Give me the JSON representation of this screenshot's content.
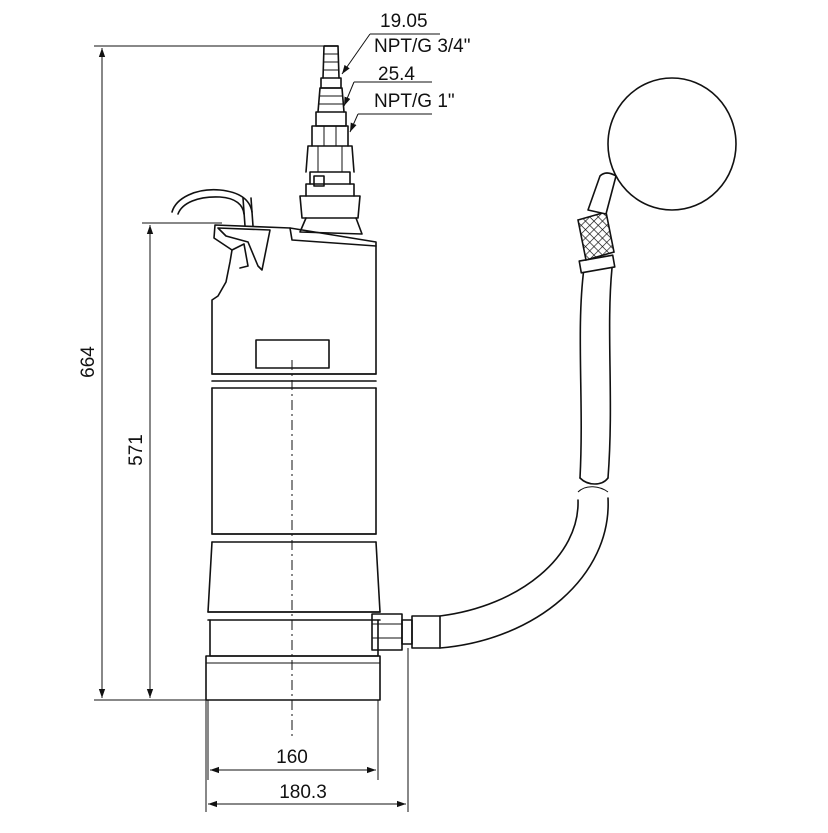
{
  "dimensions": {
    "total_height": "664",
    "body_height": "571",
    "body_diameter": "160",
    "overall_width": "180.3"
  },
  "fittings": [
    {
      "size": "19.05",
      "thread": "NPT/G 3/4\""
    },
    {
      "size": "25.4",
      "thread": "NPT/G 1\""
    }
  ],
  "colors": {
    "line": "#111111",
    "background": "#ffffff"
  }
}
